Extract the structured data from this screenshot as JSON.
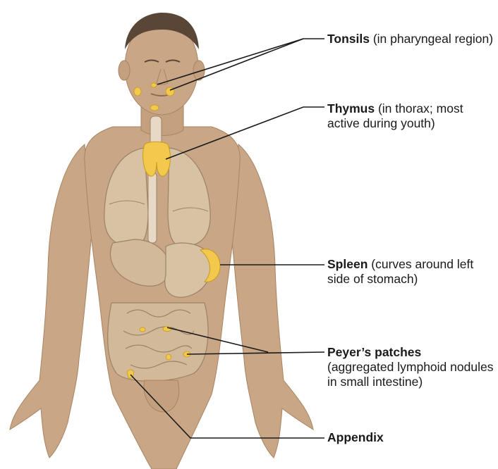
{
  "colors": {
    "skin": "#c9a685",
    "skin_shadow": "#a88462",
    "organ": "#d8c2a4",
    "organ_outline": "#9c8266",
    "lymphoid": "#f2c94c",
    "leader": "#1a1a1a"
  },
  "labels": {
    "tonsils": {
      "name": "Tonsils",
      "desc": " (in pharyngeal region)"
    },
    "thymus": {
      "name": "Thymus",
      "desc": " (in thorax; most active during youth)"
    },
    "spleen": {
      "name": "Spleen",
      "desc": " (curves around left side of stomach)"
    },
    "peyers": {
      "name": "Peyer’s patches",
      "desc": " (aggregated lymphoid nodules in small intestine)"
    },
    "appendix": {
      "name": "Appendix",
      "desc": ""
    }
  },
  "icons": [
    "human-figure-illustration",
    "tonsil-shape",
    "thymus-shape",
    "spleen-shape",
    "peyers-patch-shape",
    "appendix-shape"
  ]
}
